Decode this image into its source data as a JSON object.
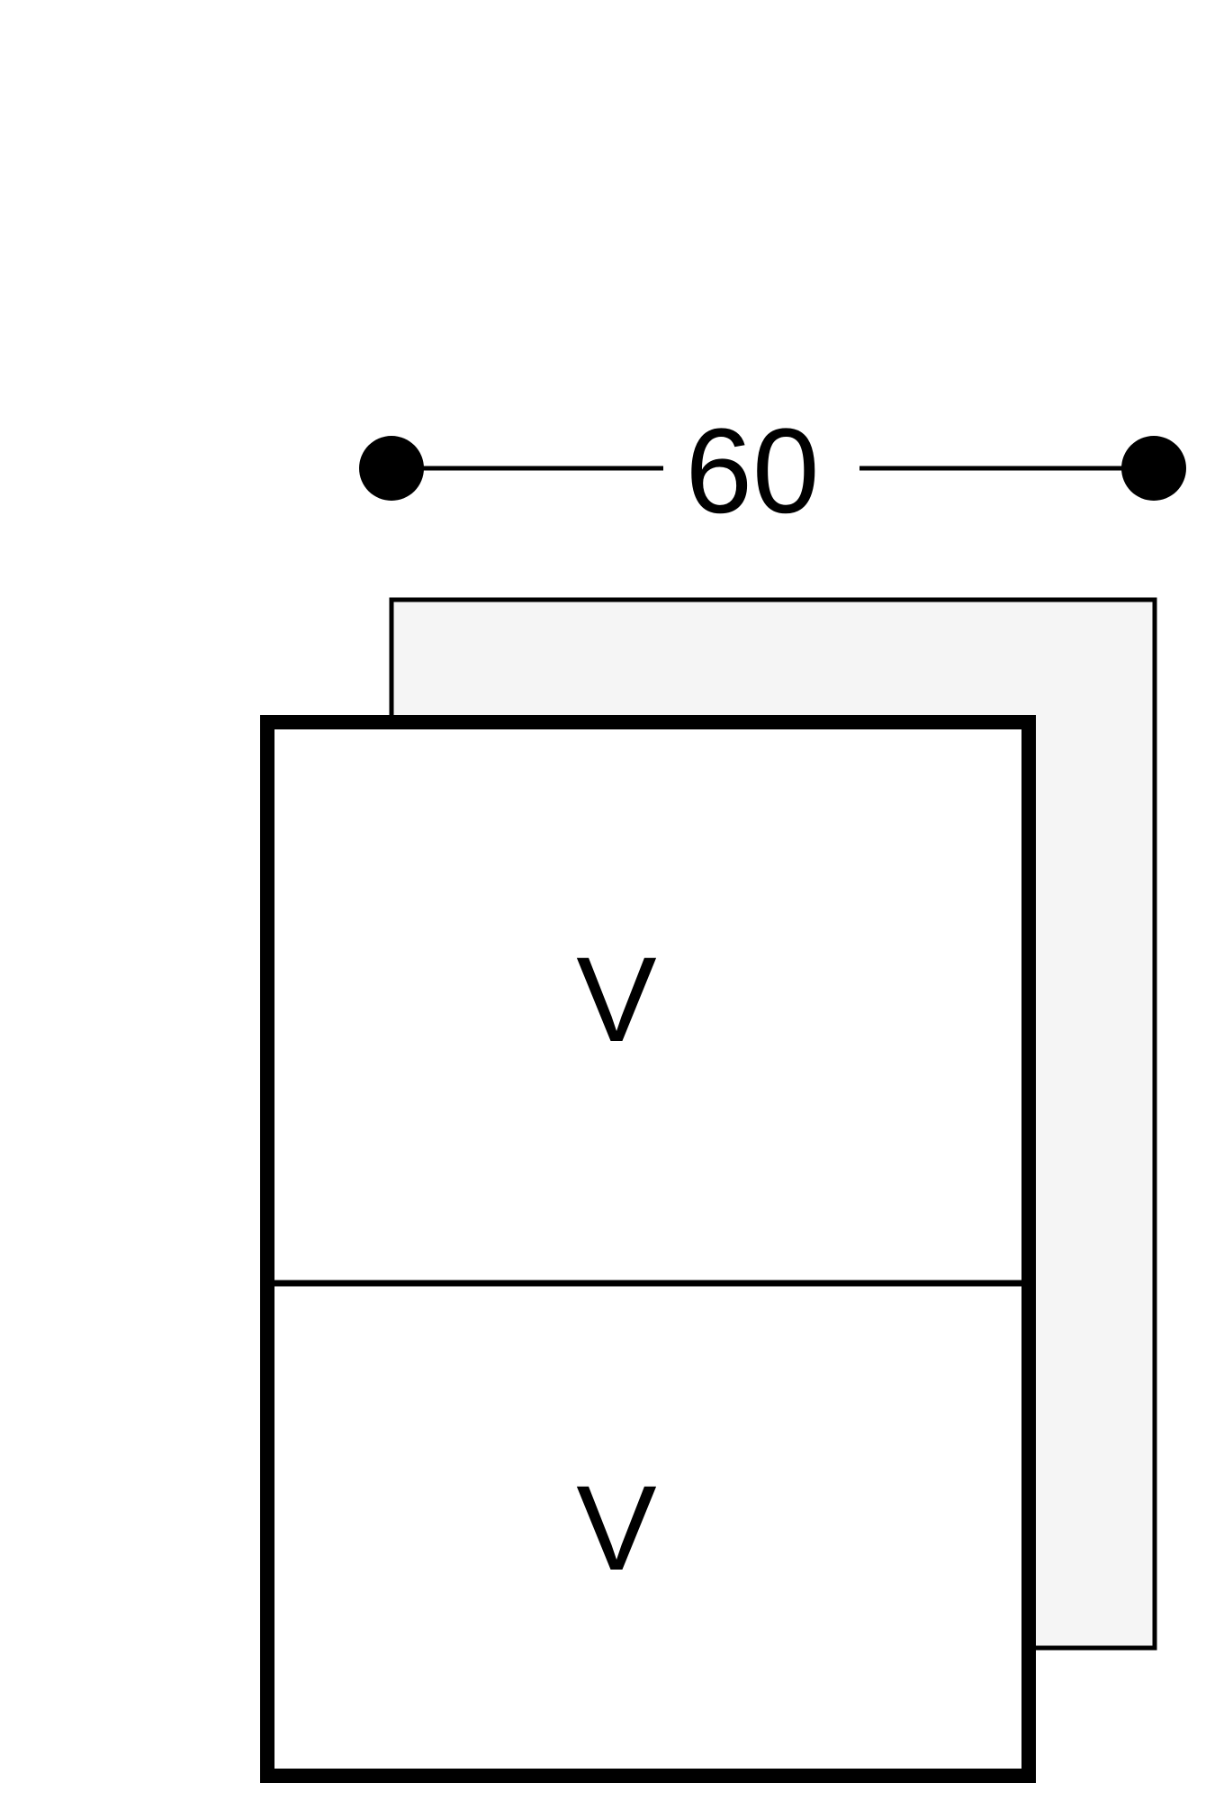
{
  "dimension": {
    "width_label": "60"
  },
  "front": {
    "sections": [
      {
        "label": "V"
      },
      {
        "label": "V"
      }
    ]
  },
  "colors": {
    "stroke": "#000000",
    "back_fill": "#f5f5f5",
    "front_fill": "#ffffff"
  }
}
